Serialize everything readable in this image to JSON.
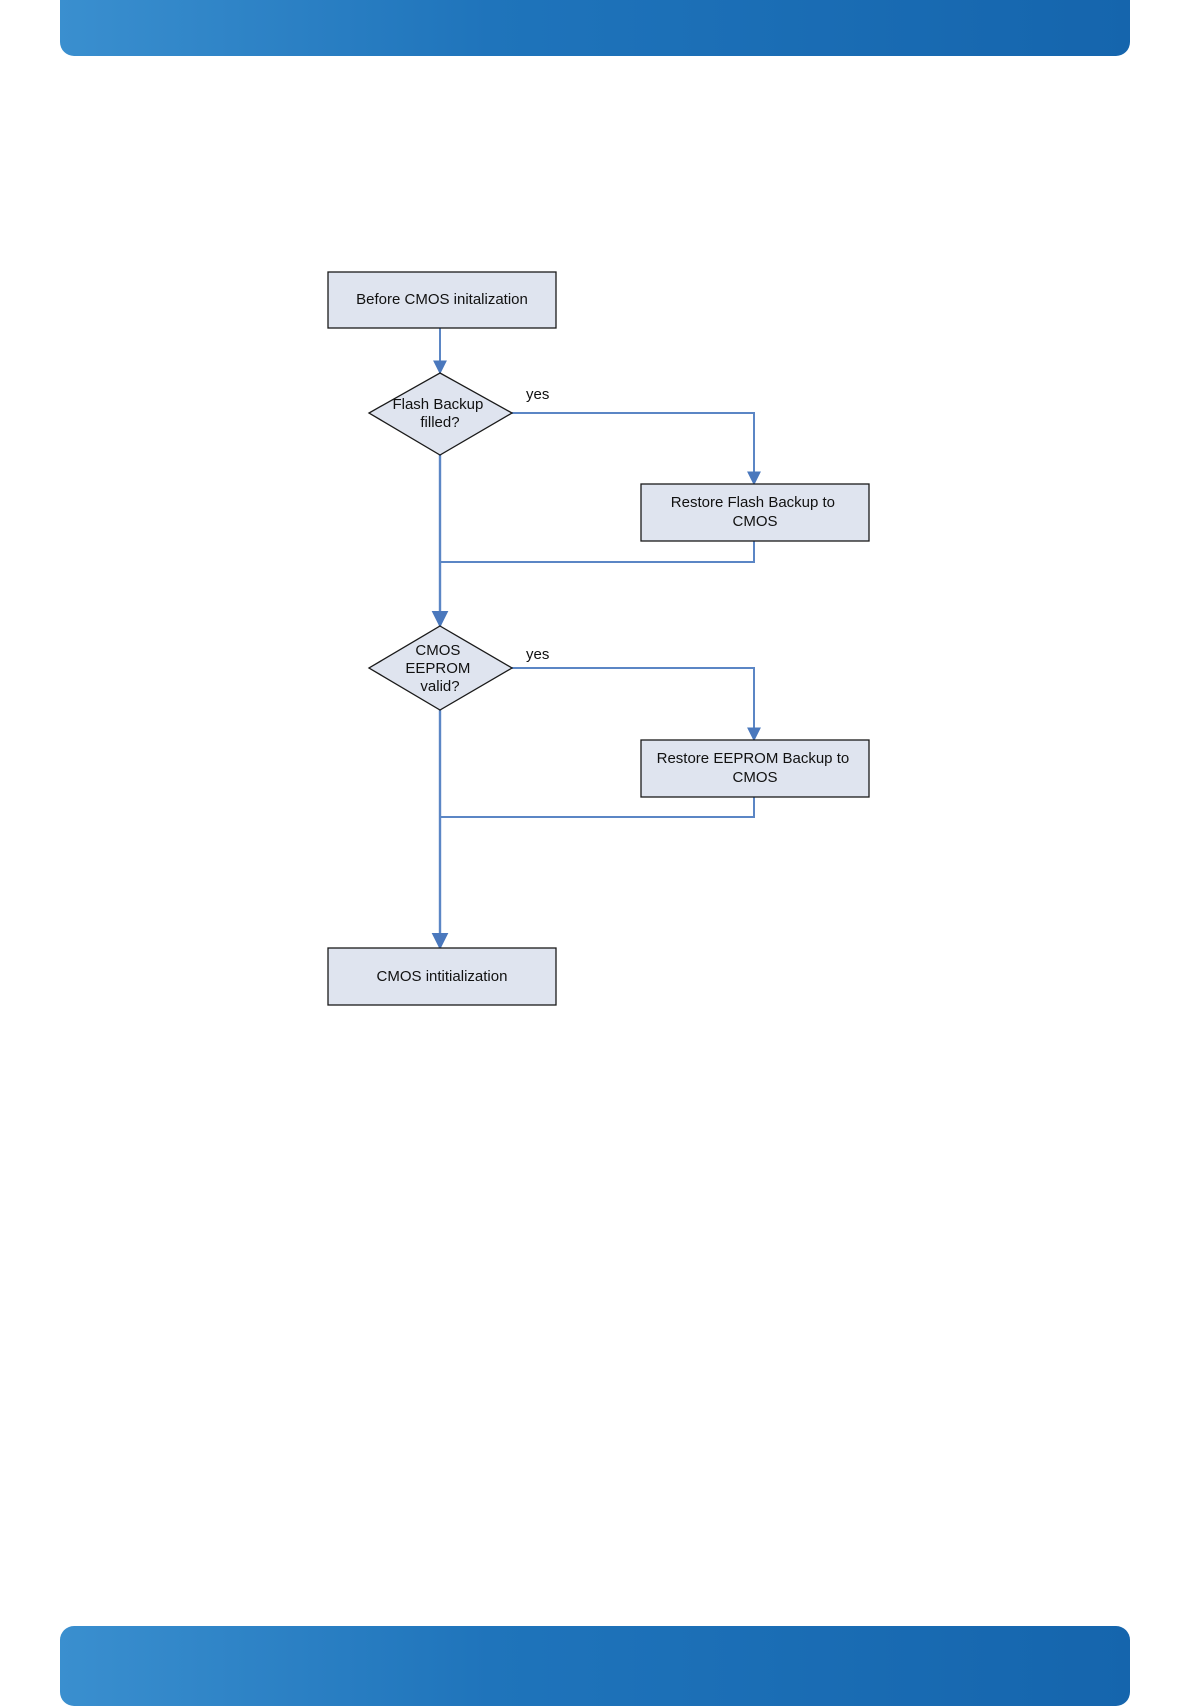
{
  "header": {
    "color": "#1f74bb"
  },
  "footer": {
    "color": "#1f74bb"
  },
  "flowchart": {
    "nodes": {
      "start": {
        "lines": [
          "Before CMOS initalization"
        ]
      },
      "decision_flash": {
        "lines": [
          "Flash Backup",
          "filled?"
        ]
      },
      "restore_flash": {
        "lines": [
          "Restore Flash Backup to",
          "CMOS"
        ]
      },
      "decision_eeprom": {
        "lines": [
          "CMOS",
          "EEPROM",
          "valid?"
        ]
      },
      "restore_eeprom": {
        "lines": [
          "Restore EEPROM Backup to",
          "CMOS"
        ]
      },
      "end": {
        "lines": [
          "CMOS intitialization"
        ]
      }
    },
    "edge_labels": {
      "flash_yes": "yes",
      "eeprom_yes": "yes"
    },
    "colors": {
      "node_fill": "#dfe4ef",
      "node_stroke": "#1a1a1a",
      "edge": "#5b86c5"
    }
  }
}
